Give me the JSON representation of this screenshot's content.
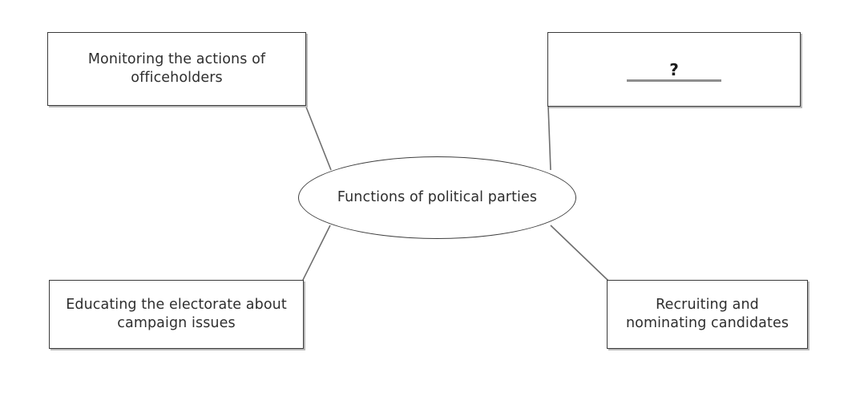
{
  "diagram": {
    "type": "concept-map",
    "title": "Functions of political parties",
    "center": {
      "shape": "ellipse",
      "label": "Functions of political parties"
    },
    "nodes": [
      {
        "id": "monitoring",
        "position": "top-left",
        "shape": "rectangle",
        "label": "Monitoring the actions of officeholders"
      },
      {
        "id": "unknown",
        "position": "top-right",
        "shape": "rectangle",
        "label": "?",
        "is_blank": true,
        "blank_line": true
      },
      {
        "id": "educating",
        "position": "bottom-left",
        "shape": "rectangle",
        "label": "Educating the electorate about campaign issues"
      },
      {
        "id": "recruiting",
        "position": "bottom-right",
        "shape": "rectangle",
        "label": "Recruiting and nominating candidates"
      }
    ],
    "connectors": [
      {
        "from": "center",
        "to": "monitoring"
      },
      {
        "from": "center",
        "to": "unknown"
      },
      {
        "from": "center",
        "to": "educating"
      },
      {
        "from": "center",
        "to": "recruiting"
      }
    ],
    "colors": {
      "background": "#ffffff",
      "box_border": "#3a3a3a",
      "box_shadow": "#b9b9b9",
      "ellipse_border": "#3f3f3f",
      "text": "#2e2e2e",
      "connector_line": "#6e6e6e",
      "blank_line": "#8e8e8e",
      "question_mark": "#1c1c1c"
    }
  }
}
